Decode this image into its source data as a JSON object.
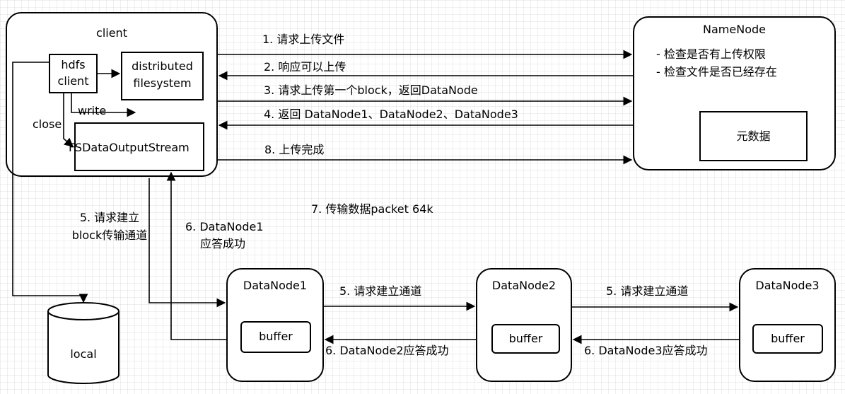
{
  "client": {
    "title": "client",
    "hdfs_client": [
      "hdfs",
      "client"
    ],
    "distributed_filesystem": [
      "distributed",
      "filesystem"
    ],
    "write": "write",
    "close": "close",
    "output_stream": "FSDataOutputStream"
  },
  "namenode": {
    "title": "NameNode",
    "checks": [
      "- 检查是否有上传权限",
      "- 检查文件是否已经存在"
    ],
    "metadata": "元数据"
  },
  "messages": {
    "m1": "1. 请求上传文件",
    "m2": "2. 响应可以上传",
    "m3": "3. 请求上传第一个block，返回DataNode",
    "m4": "4. 返回 DataNode1、DataNode2、DataNode3",
    "m8": "8. 上传完成",
    "m7": "7. 传输数据packet 64k",
    "m5_client": [
      "5. 请求建立",
      "block传输通道"
    ],
    "m6_dn1": [
      "6. DataNode1",
      "应答成功"
    ],
    "m5_dn1_dn2": "5. 请求建立通道",
    "m5_dn2_dn3": "5. 请求建立通道",
    "m6_dn2": "6. DataNode2应答成功",
    "m6_dn3": "6. DataNode3应答成功"
  },
  "datanodes": [
    {
      "title": "DataNode1",
      "buffer": "buffer"
    },
    {
      "title": "DataNode2",
      "buffer": "buffer"
    },
    {
      "title": "DataNode3",
      "buffer": "buffer"
    }
  ],
  "local": {
    "label": "local"
  }
}
